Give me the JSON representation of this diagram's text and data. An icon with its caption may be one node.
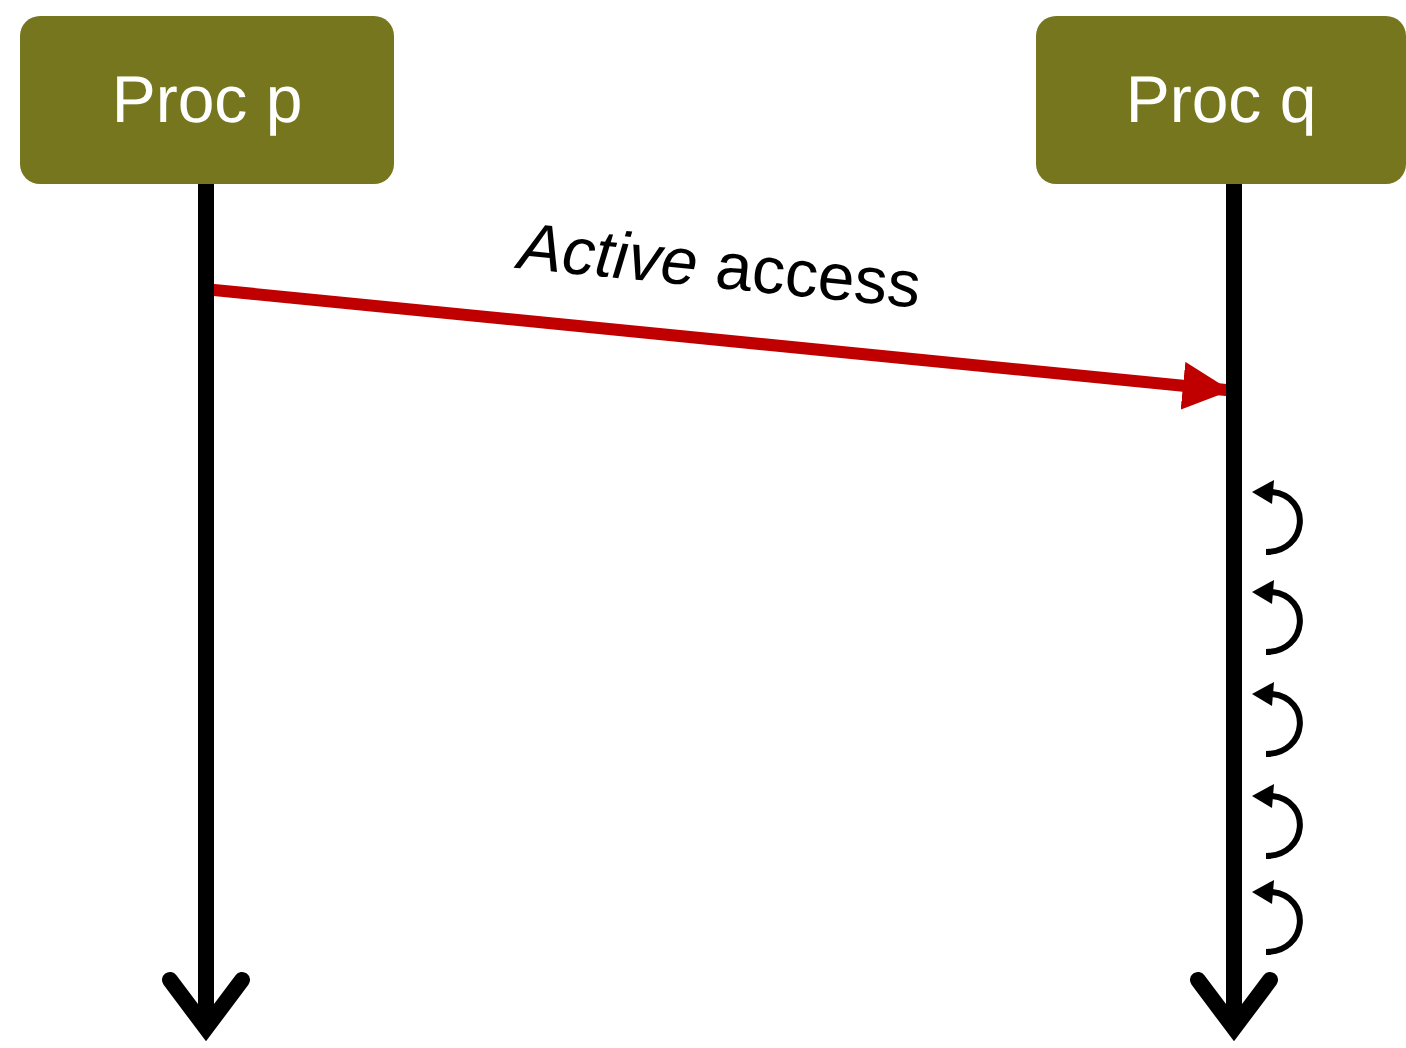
{
  "diagram": {
    "nodes": [
      {
        "text": [
          "Proc p"
        ]
      },
      {
        "text": [
          "Proc q"
        ]
      },
      {
        "text": [],
        "shape": "bar"
      },
      {
        "text": [],
        "shape": "bar"
      }
    ],
    "edges": [
      {
        "from": 2,
        "to": 3,
        "arrow": "to",
        "label": "*Active* access",
        "color": "#c00000"
      }
    ]
  }
}
